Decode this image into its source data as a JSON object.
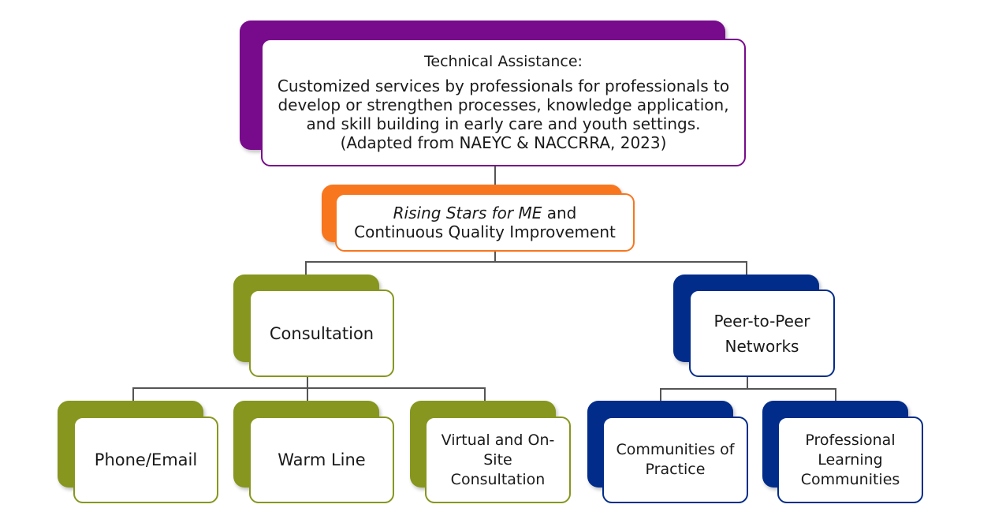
{
  "colors": {
    "root": "#780a8c",
    "cqi": "#f7761e",
    "consultation": "#87961e",
    "peer": "#012c8a",
    "connector": "#555555"
  },
  "root": {
    "title": "Technical Assistance:",
    "description": "Customized services by professionals for professionals to develop or strengthen processes, knowledge application, and skill building in early care and youth settings. (Adapted from NAEYC & NACCRRA, 2023)"
  },
  "cqi": {
    "italic": "Rising Stars for ME",
    "suffix": " and",
    "line2": "Continuous Quality Improvement"
  },
  "branches": [
    {
      "label": "Consultation",
      "children": [
        "Phone/Email",
        "Warm Line",
        "Virtual and On-Site Consultation"
      ]
    },
    {
      "label": "Peer-to-Peer Networks",
      "children": [
        "Communities of Practice",
        "Professional Learning Communities"
      ]
    }
  ]
}
